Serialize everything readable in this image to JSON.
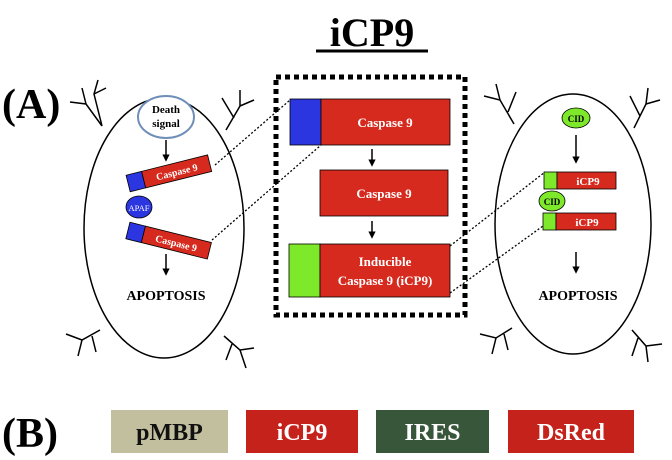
{
  "title": "iCP9",
  "panel_a_label": "(A)",
  "panel_b_label": "(B)",
  "left_cell": {
    "death_signal_line1": "Death",
    "death_signal_line2": "signal",
    "caspase_top": "Caspase 9",
    "apaf": "APAF",
    "caspase_bottom": "Caspase 9",
    "outcome": "APOPTOSIS"
  },
  "center_box": {
    "caspase_1": "Caspase 9",
    "caspase_2": "Caspase 9",
    "inducible_line1": "Inducible",
    "inducible_line2": "Caspase 9 (iCP9)"
  },
  "right_cell": {
    "cid_top": "CID",
    "icp9_top": "iCP9",
    "cid_middle": "CID",
    "icp9_bottom": "iCP9",
    "outcome": "APOPTOSIS"
  },
  "construct": [
    {
      "label": "pMBP",
      "color": "#c2bf9e",
      "text_color": "#111111"
    },
    {
      "label": "iCP9",
      "color": "#c4221b",
      "text_color": "#ffffff"
    },
    {
      "label": "IRES",
      "color": "#37563a",
      "text_color": "#ffffff"
    },
    {
      "label": "DsRed",
      "color": "#c4221b",
      "text_color": "#ffffff"
    }
  ],
  "colors": {
    "caspase_red": "#d62a1e",
    "domain_blue": "#2b35e0",
    "domain_green": "#7ee82a",
    "ink": "#000000"
  }
}
